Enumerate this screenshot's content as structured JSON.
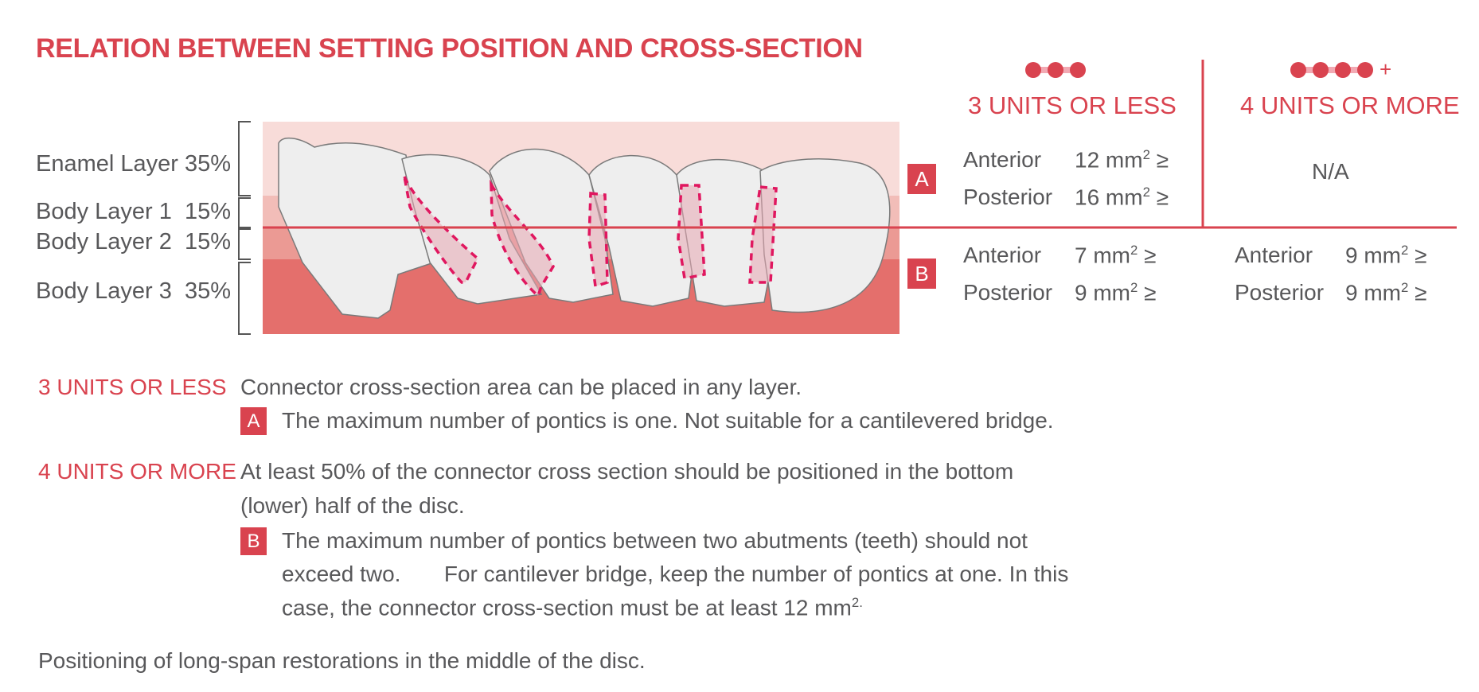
{
  "title": "RELATION BETWEEN SETTING POSITION AND CROSS-SECTION",
  "layers": [
    {
      "name": "Enamel Layer",
      "percent": "35%"
    },
    {
      "name": "Body Layer 1",
      "percent": "15%"
    },
    {
      "name": "Body Layer 2",
      "percent": "15%"
    },
    {
      "name": "Body Layer 3",
      "percent": "35%"
    }
  ],
  "colors": {
    "accent": "#d9434f",
    "enamel": "#f8dcd9",
    "body1": "#f2bdb8",
    "body2": "#eb9a94",
    "body3": "#e46f6c",
    "text": "#58585a"
  },
  "icons": {
    "three_units": "three-red-dots-icon",
    "four_units": "four-red-dots-plus-icon"
  },
  "columns": {
    "three_units": "3 UNITS OR LESS",
    "four_units": "4 UNITS OR MORE",
    "four_plus": "+"
  },
  "zone_a": {
    "badge": "A",
    "three": [
      {
        "label": "Anterior",
        "value": "12 mm",
        "sup": "2",
        "suffix": " ≥"
      },
      {
        "label": "Posterior",
        "value": "16 mm",
        "sup": "2",
        "suffix": " ≥"
      }
    ],
    "four": "N/A"
  },
  "zone_b": {
    "badge": "B",
    "three": [
      {
        "label": "Anterior",
        "value": "7 mm",
        "sup": "2",
        "suffix": " ≥"
      },
      {
        "label": "Posterior",
        "value": "9 mm",
        "sup": "2",
        "suffix": " ≥"
      }
    ],
    "four": [
      {
        "label": "Anterior",
        "value": "9 mm",
        "sup": "2",
        "suffix": " ≥"
      },
      {
        "label": "Posterior",
        "value": "9 mm",
        "sup": "2",
        "suffix": " ≥"
      }
    ]
  },
  "notes": {
    "three": {
      "heading": "3 UNITS OR LESS",
      "line1": "Connector cross-section area can be placed in any layer.",
      "badge": "A",
      "line2": "The maximum number of pontics is one. Not suitable for a cantilevered bridge."
    },
    "four": {
      "heading": "4 UNITS OR MORE",
      "line1": "At least 50% of the connector cross section should be positioned in the bottom",
      "line2": "(lower) half of the disc.",
      "badge": "B",
      "line3": "The maximum number of pontics between two abutments (teeth) should not",
      "line4": "exceed two.       For cantilever bridge, keep the number of pontics at one. In this",
      "line5": "case, the connector cross-section must be at least 12 mm",
      "line5_sup": "2."
    }
  },
  "footer": "Positioning of long-span restorations in the middle of the disc."
}
